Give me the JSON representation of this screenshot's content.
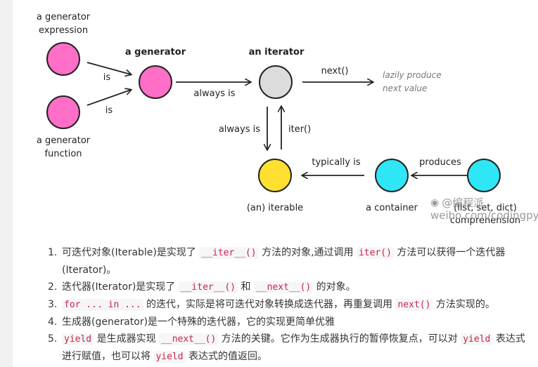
{
  "diagram": {
    "nodes": {
      "gen_expr_label_1": "a generator",
      "gen_expr_label_2": "expression",
      "gen_func_label_1": "a generator",
      "gen_func_label_2": "function",
      "generator_label": "a generator",
      "iterator_label": "an iterator",
      "iterable_label": "(an) iterable",
      "container_label": "a container",
      "comp_label_1": "(list, set, dict)",
      "comp_label_2": "comprehension"
    },
    "edges": {
      "is_top": "is",
      "is_bottom": "is",
      "always_is_right": "always is",
      "next": "next()",
      "always_is_down": "always is",
      "iter": "iter()",
      "typically_is": "typically is",
      "produces": "produces"
    },
    "annotation_1": "lazily produce",
    "annotation_2": "next value",
    "colors": {
      "pink": "#ff6ec7",
      "grey": "#dcdcdc",
      "yellow": "#ffe030",
      "cyan": "#2ee6f6",
      "stroke": "#222222"
    }
  },
  "watermark": {
    "line1": "@编程派",
    "line2": "weibo.com/codingpy",
    "icon": "weibo-logo-icon"
  },
  "notes": [
    {
      "num": "1.",
      "parts": [
        {
          "t": "可迭代对象(Iterable)是实现了 "
        },
        {
          "t": "__iter__()",
          "code": true
        },
        {
          "t": " 方法的对象,通过调用 "
        },
        {
          "t": "iter()",
          "code": true
        },
        {
          "t": " 方法可以获得一个迭代器(Iterator)。"
        }
      ]
    },
    {
      "num": "2.",
      "parts": [
        {
          "t": "迭代器(Iterator)是实现了 "
        },
        {
          "t": "__iter__()",
          "code": true
        },
        {
          "t": " 和 "
        },
        {
          "t": "__next__()",
          "code": true
        },
        {
          "t": " 的对象。"
        }
      ]
    },
    {
      "num": "3.",
      "parts": [
        {
          "t": "for ... in ...",
          "code": true
        },
        {
          "t": " 的迭代，实际是将可迭代对象转换成迭代器，再重复调用 "
        },
        {
          "t": "next()",
          "code": true
        },
        {
          "t": " 方法实现的。"
        }
      ]
    },
    {
      "num": "4.",
      "parts": [
        {
          "t": "生成器(generator)是一个特殊的迭代器，它的实现更简单优雅"
        }
      ]
    },
    {
      "num": "5.",
      "parts": [
        {
          "t": "yield",
          "code": true
        },
        {
          "t": " 是生成器实现 "
        },
        {
          "t": "__next__()",
          "code": true
        },
        {
          "t": " 方法的关键。它作为生成器执行的暂停恢复点，可以对 "
        },
        {
          "t": "yield",
          "code": true
        },
        {
          "t": " 表达式进行赋值，也可以将 "
        },
        {
          "t": "yield",
          "code": true
        },
        {
          "t": " 表达式的值返回。"
        }
      ]
    }
  ]
}
